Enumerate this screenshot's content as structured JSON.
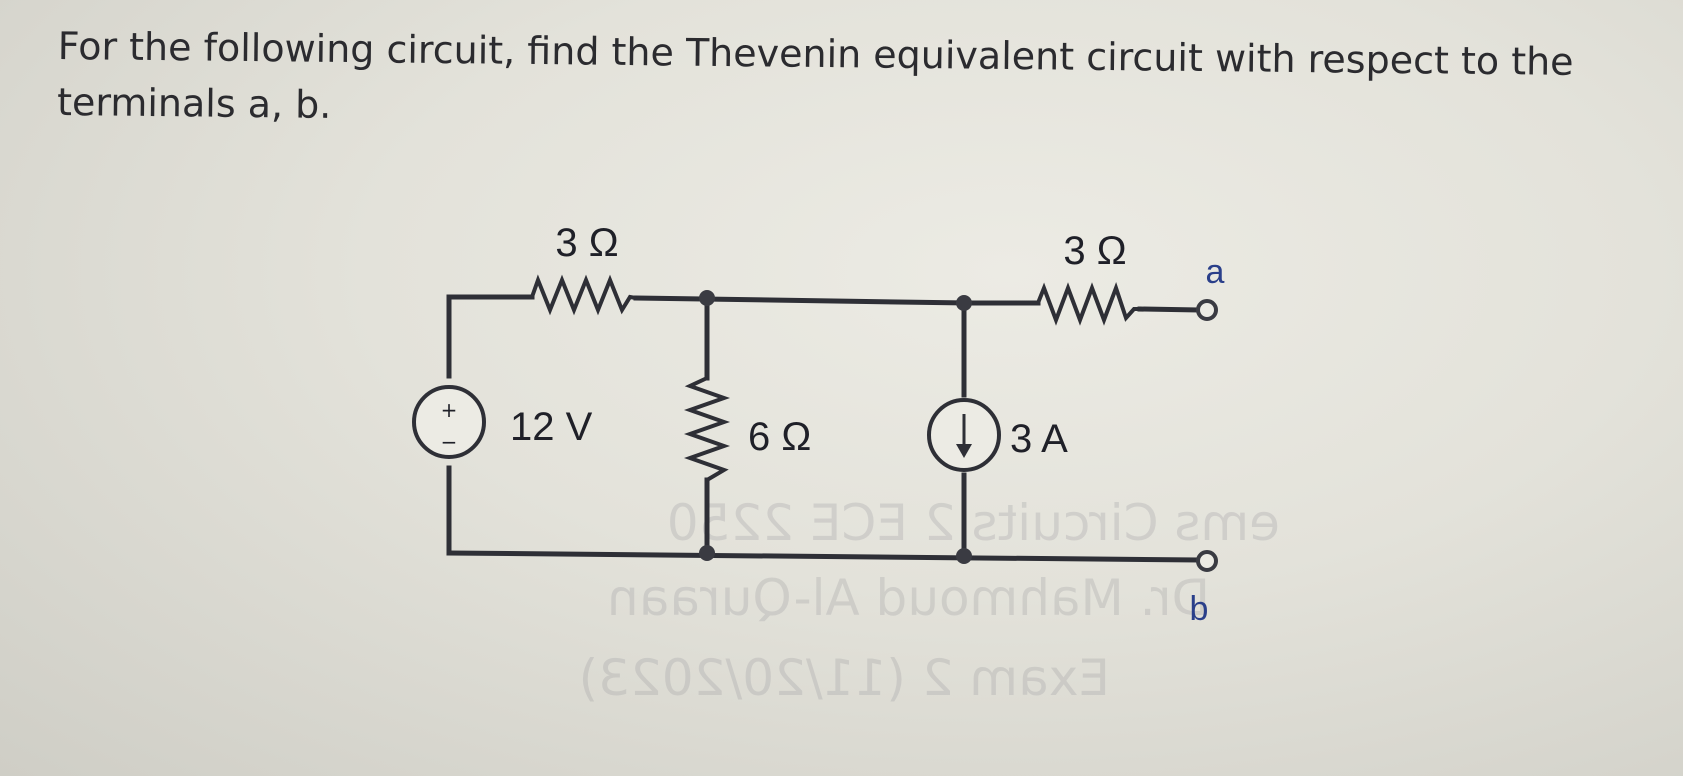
{
  "question": {
    "text": "For the following circuit, find the Thevenin equivalent circuit with respect to the terminals a, b."
  },
  "circuit": {
    "components": {
      "r_left": {
        "label": "3 Ω"
      },
      "r_right": {
        "label": "3 Ω"
      },
      "r_shunt": {
        "label": "6 Ω"
      },
      "voltage_source": {
        "label": "12 V",
        "plus": "+",
        "minus": "−"
      },
      "current_source": {
        "label": "3 A"
      }
    },
    "terminals": {
      "a": "a",
      "b": "b"
    }
  },
  "colors": {
    "paper": "#e3e2da",
    "ink": "#2e2f36",
    "terminal_label": "#2a3f8a"
  }
}
